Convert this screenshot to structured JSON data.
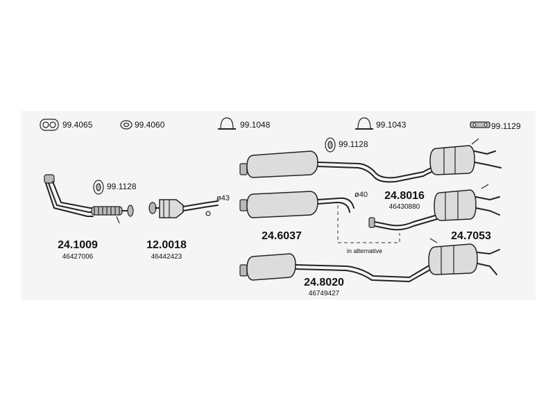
{
  "hardware": [
    {
      "code": "99.4065",
      "icon": "double-gasket-icon"
    },
    {
      "code": "99.4060",
      "icon": "ring-gasket-icon"
    },
    {
      "code": "99.1048",
      "icon": "u-clamp-icon"
    },
    {
      "code": "99.1043",
      "icon": "u-clamp-icon"
    },
    {
      "code": "99.1129",
      "icon": "hanger-strip-icon"
    },
    {
      "code": "99.1128",
      "icon": "rubber-hanger-icon"
    },
    {
      "code": "99.1128",
      "icon": "rubber-hanger-icon"
    }
  ],
  "parts": [
    {
      "part": "24.1009",
      "oem": "46427006"
    },
    {
      "part": "12.0018",
      "oem": "46442423"
    },
    {
      "part": "24.6037",
      "oem": ""
    },
    {
      "part": "24.8016",
      "oem": "46430880"
    },
    {
      "part": "24.7053",
      "oem": ""
    },
    {
      "part": "24.8020",
      "oem": "46749427"
    }
  ],
  "annotations": {
    "diameter_43": "ø43",
    "diameter_40": "ø40",
    "alternative": "in alternative"
  },
  "colors": {
    "panel": "#f5f5f5",
    "line": "#222222",
    "part_fill": "#dcdcdc"
  }
}
